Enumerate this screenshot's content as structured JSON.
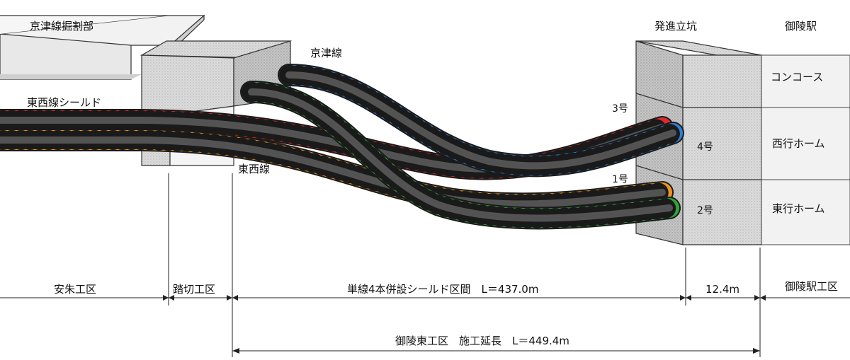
{
  "labels": {
    "keishin_cut": "京津線掘割部",
    "tozai_shield": "東西線シールド",
    "keishin_line": "京津線",
    "tozai_line": "東西線",
    "launch_shaft": "発進立坑",
    "misasagi_station": "御陵駅",
    "concourse": "コンコース",
    "westbound_platform": "西行ホーム",
    "eastbound_platform": "東行ホーム",
    "tube_3": "3号",
    "tube_4": "4号",
    "tube_1": "1号",
    "tube_2": "2号"
  },
  "sections": {
    "yasu": "安朱工区",
    "fumikiri": "踏切工区",
    "shield_section": "単線4本併設シールド区間　L＝437.0m",
    "shaft_length": "12.4m",
    "station_section": "御陵駅工区",
    "total": "御陵東工区　施工延長　L＝449.4m"
  },
  "colors": {
    "red": "#e0282a",
    "orange": "#ef9420",
    "green": "#2fa538",
    "blue": "#2f7fd6",
    "concrete": "#d9d9d9",
    "concrete_dark": "#bdbdbd"
  }
}
